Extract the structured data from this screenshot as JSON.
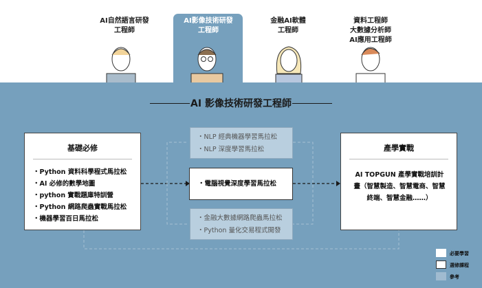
{
  "roles": [
    {
      "label": "AI自然語言研發\n工程師",
      "lines": [
        "AI自然語言研發",
        "工程師"
      ]
    },
    {
      "lines": [
        "AI影像技術研發",
        "工程師"
      ]
    },
    {
      "lines": [
        "金融AI軟體",
        "工程師"
      ]
    },
    {
      "lines": [
        "資料工程師",
        "大數據分析師",
        "AI應用工程師"
      ]
    }
  ],
  "title": "AI 影像技術研發工程師",
  "basics": {
    "heading": "基礎必修",
    "items": [
      "・Python 資料科學程式馬拉松",
      "・AI 必修的數學地圖",
      "・python 實戰題庫特訓營",
      "・Python 網路爬蟲實戰馬拉松",
      "・機器學習百日馬拉松"
    ]
  },
  "ref_top": [
    "・NLP 經典機器學習馬拉松",
    "・NLP 深度學習馬拉松"
  ],
  "core": "・電腦視覺深度學習馬拉松",
  "ref_bottom": [
    "・金融大數據網路爬蟲馬拉松",
    "・Python 量化交易程式開發"
  ],
  "practice": {
    "heading": "產學實戰",
    "text": "AI TOPGUN 產學實戰培訓計畫（智慧製造、智慧電商、智慧終端、智慧金融……）"
  },
  "legend": [
    "必要學習",
    "選修課程",
    "參考"
  ],
  "colors": {
    "panel": "#76a0bd",
    "ref": "#b9cfdf"
  }
}
